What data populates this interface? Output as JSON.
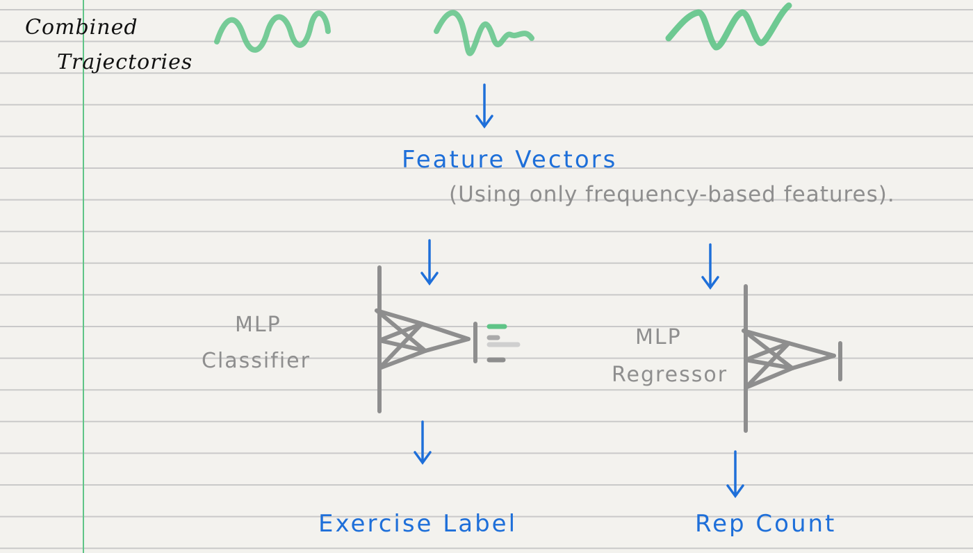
{
  "title": {
    "line1": "Combined",
    "line2": "Trajectories"
  },
  "feature_vectors": {
    "label": "Feature Vectors",
    "note": "(Using only frequency-based features)."
  },
  "classifier": {
    "line1": "MLP",
    "line2": "Classifier",
    "output": "Exercise Label"
  },
  "regressor": {
    "line1": "MLP",
    "line2": "Regressor",
    "output": "Rep Count"
  },
  "colors": {
    "paper": "#f3f2ee",
    "rule_line": "#c9c9c9",
    "margin_line": "#5fc487",
    "trajectory": "#5fc487",
    "arrow": "#1e6fd9",
    "network": "#8e8e8e",
    "text_dark": "#111111"
  }
}
